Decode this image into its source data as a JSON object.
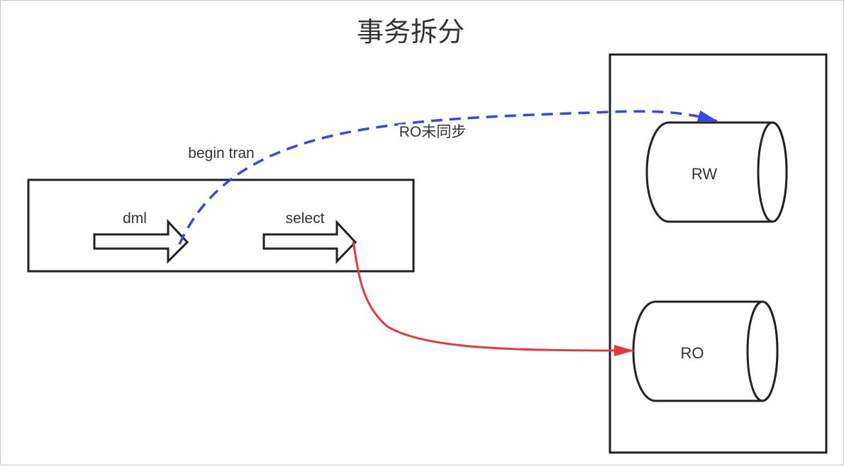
{
  "title": "事务拆分",
  "transaction": {
    "label": "begin tran",
    "steps": {
      "dml": "dml",
      "select": "select"
    }
  },
  "cluster": {
    "rw_node": "RW",
    "ro_node": "RO"
  },
  "edges": {
    "dml_to_rw": {
      "label": "RO未同步",
      "color": "#3b46e6",
      "style": "dashed"
    },
    "select_to_ro": {
      "label": "",
      "color": "#e8363c",
      "style": "solid"
    }
  }
}
